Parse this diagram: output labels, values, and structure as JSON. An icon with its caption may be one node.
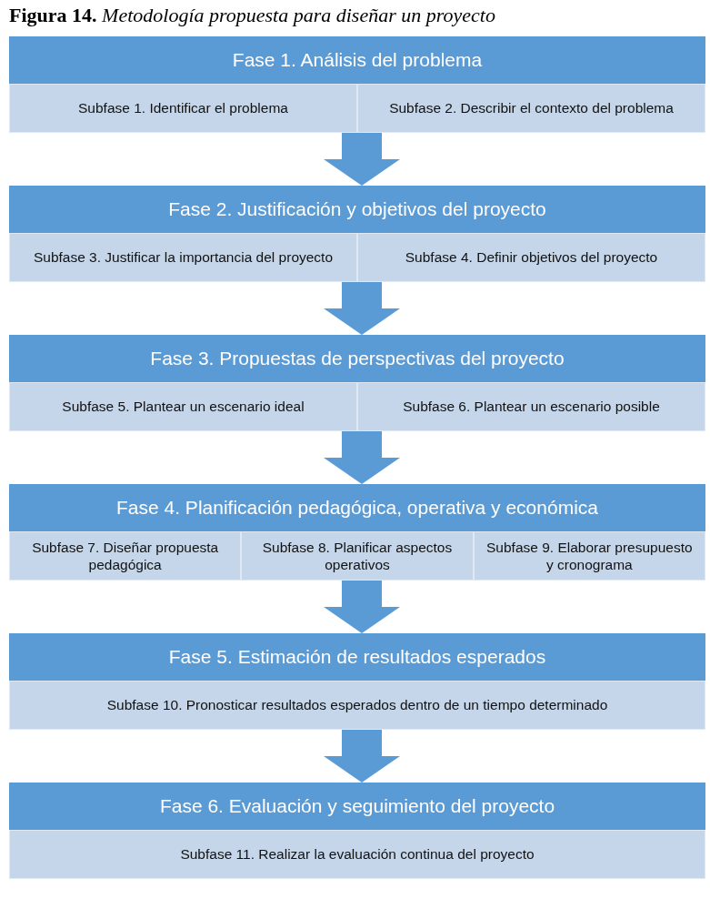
{
  "diagram": {
    "title": "**Figura 14.** *Metodología propuesta para diseñar un proyecto*",
    "nodes": [
      {
        "text": [
          "Fase 1. Análisis del problema"
        ]
      },
      {
        "text": [
          "Subfase 1. Identificar el problema"
        ],
        "in": 0
      },
      {
        "text": [
          "Subfase 2. Describir el contexto del problema"
        ],
        "in": 0
      },
      {
        "text": [
          "Fase 2. Justificación y objetivos del proyecto"
        ]
      },
      {
        "text": [
          "Subfase 3. Justificar la importancia del proyecto"
        ],
        "in": 3
      },
      {
        "text": [
          "Subfase 4. Definir objetivos del proyecto"
        ],
        "in": 3
      },
      {
        "text": [
          "Fase 3. Propuestas de perspectivas del proyecto"
        ]
      },
      {
        "text": [
          "Subfase 5. Plantear un escenario ideal"
        ],
        "in": 6
      },
      {
        "text": [
          "Subfase 6. Plantear un escenario posible"
        ],
        "in": 6
      },
      {
        "text": [
          "Fase 4. Planificación pedagógica, operativa y económica"
        ]
      },
      {
        "text": [
          "Subfase 7. Diseñar propuesta pedagógica"
        ],
        "in": 9
      },
      {
        "text": [
          "Subfase 8. Planificar aspectos operativos"
        ],
        "in": 9
      },
      {
        "text": [
          "Subfase 9. Elaborar presupuesto y cronograma"
        ],
        "in": 9
      },
      {
        "text": [
          "Fase 5. Estimación de resultados esperados"
        ]
      },
      {
        "text": [
          "Subfase 10. Pronosticar resultados esperados dentro de un tiempo determinado"
        ],
        "in": 13
      },
      {
        "text": [
          "Fase 6. Evaluación y seguimiento del proyecto"
        ]
      },
      {
        "text": [
          "Subfase 11. Realizar la evaluación continua del proyecto"
        ],
        "in": 15
      }
    ],
    "edges": [
      {
        "from": 0,
        "to": 3,
        "arrow": "to"
      },
      {
        "from": 3,
        "to": 6,
        "arrow": "to"
      },
      {
        "from": 6,
        "to": 9,
        "arrow": "to"
      },
      {
        "from": 9,
        "to": 13,
        "arrow": "to"
      },
      {
        "from": 13,
        "to": 15,
        "arrow": "to"
      }
    ]
  }
}
